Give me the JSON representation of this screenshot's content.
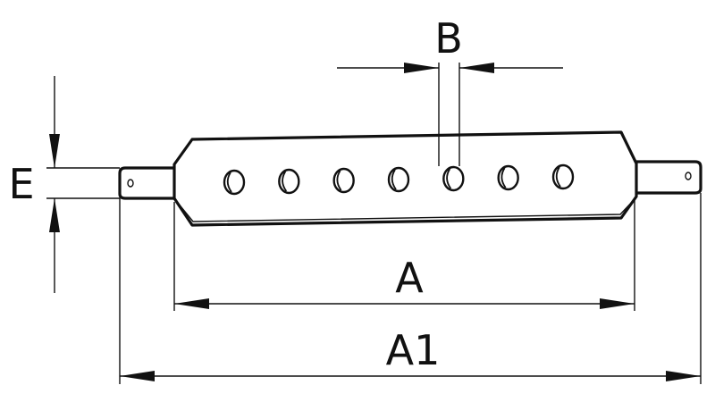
{
  "labels": {
    "b": "B",
    "e": "E",
    "a": "A",
    "a1": "A1"
  },
  "drawing": {
    "hole_count": 7,
    "line_color": "#111111",
    "background": "#ffffff"
  }
}
